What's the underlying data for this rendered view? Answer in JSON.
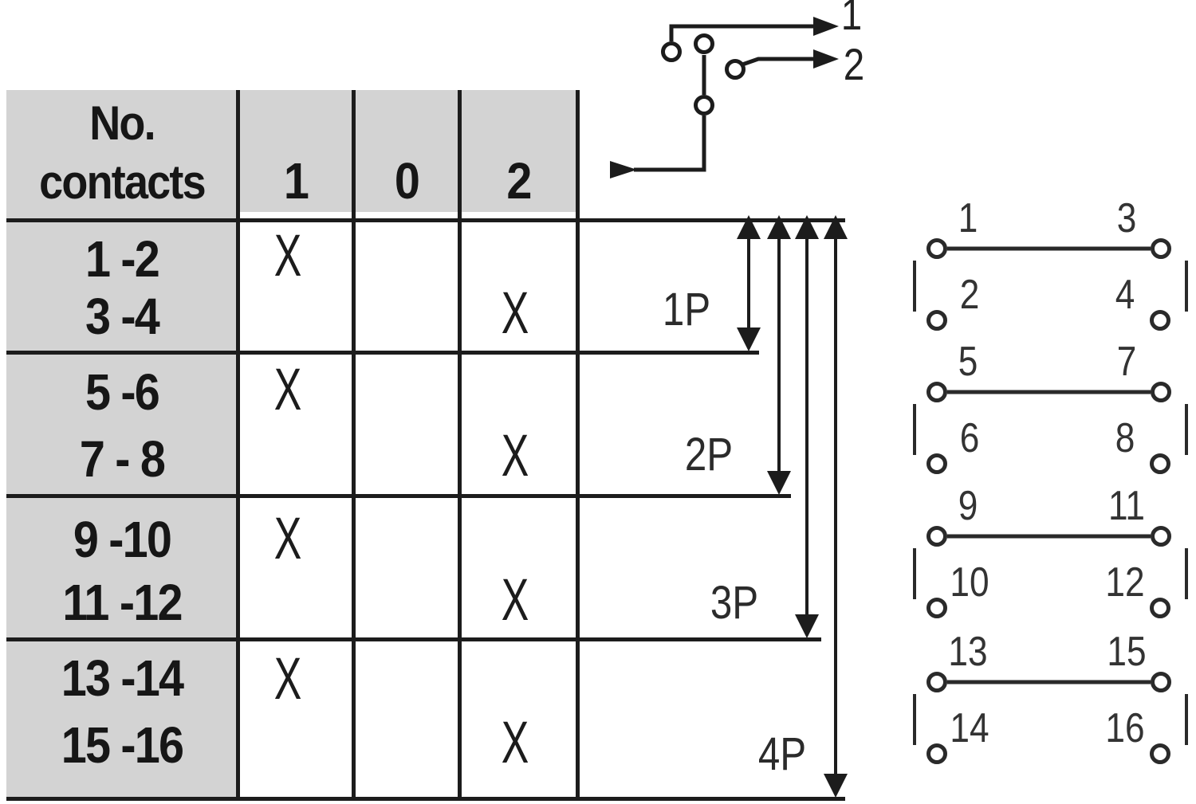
{
  "table": {
    "header": {
      "rows_label_line1": "No.",
      "rows_label_line2": "contacts",
      "positions": [
        "1",
        "0",
        "2"
      ]
    },
    "rows": [
      {
        "contacts": "1 -2",
        "pos_1": "X",
        "pos_0": "",
        "pos_2": ""
      },
      {
        "contacts": "3 -4",
        "pos_1": "",
        "pos_0": "",
        "pos_2": "X"
      },
      {
        "contacts": "5 -6",
        "pos_1": "X",
        "pos_0": "",
        "pos_2": ""
      },
      {
        "contacts": "7 - 8",
        "pos_1": "",
        "pos_0": "",
        "pos_2": "X"
      },
      {
        "contacts": "9 -10",
        "pos_1": "X",
        "pos_0": "",
        "pos_2": ""
      },
      {
        "contacts": "11 -12",
        "pos_1": "",
        "pos_0": "",
        "pos_2": "X"
      },
      {
        "contacts": "13 -14",
        "pos_1": "X",
        "pos_0": "",
        "pos_2": ""
      },
      {
        "contacts": "15 -16",
        "pos_1": "",
        "pos_0": "",
        "pos_2": "X"
      }
    ]
  },
  "pole_arrows": [
    {
      "label": "1P"
    },
    {
      "label": "2P"
    },
    {
      "label": "3P"
    },
    {
      "label": "4P"
    }
  ],
  "selector_schematic": {
    "position_labels": [
      "1",
      "2"
    ]
  },
  "contact_units": [
    {
      "top_left": "1",
      "top_right": "3",
      "bottom_left": "2",
      "bottom_right": "4"
    },
    {
      "top_left": "5",
      "top_right": "7",
      "bottom_left": "6",
      "bottom_right": "8"
    },
    {
      "top_left": "9",
      "top_right": "11",
      "bottom_left": "10",
      "bottom_right": "12"
    },
    {
      "top_left": "13",
      "top_right": "15",
      "bottom_left": "14",
      "bottom_right": "16"
    }
  ],
  "colors": {
    "line": "#1c1c1c",
    "header_bg": "#d3d3d3",
    "text": "#1a1a1a"
  }
}
